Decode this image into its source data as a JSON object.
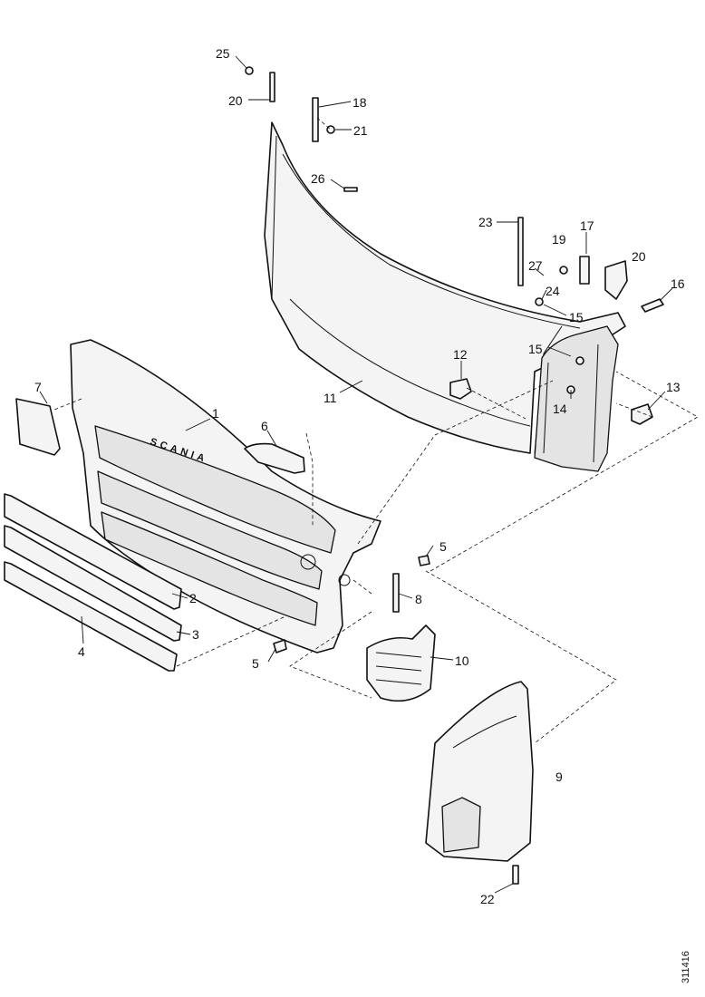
{
  "diagram": {
    "brand_text": "SCANIA",
    "reference_code": "311416",
    "callouts": {
      "c1": "1",
      "c2": "2",
      "c3": "3",
      "c4": "4",
      "c5a": "5",
      "c5b": "5",
      "c6": "6",
      "c7": "7",
      "c8": "8",
      "c9": "9",
      "c10": "10",
      "c11": "11",
      "c12": "12",
      "c13": "13",
      "c14": "14",
      "c15a": "15",
      "c15b": "15",
      "c16": "16",
      "c17": "17",
      "c18": "18",
      "c19": "19",
      "c20a": "20",
      "c20b": "20",
      "c21": "21",
      "c22": "22",
      "c23": "23",
      "c24": "24",
      "c25": "25",
      "c26": "26",
      "c27": "27"
    }
  }
}
